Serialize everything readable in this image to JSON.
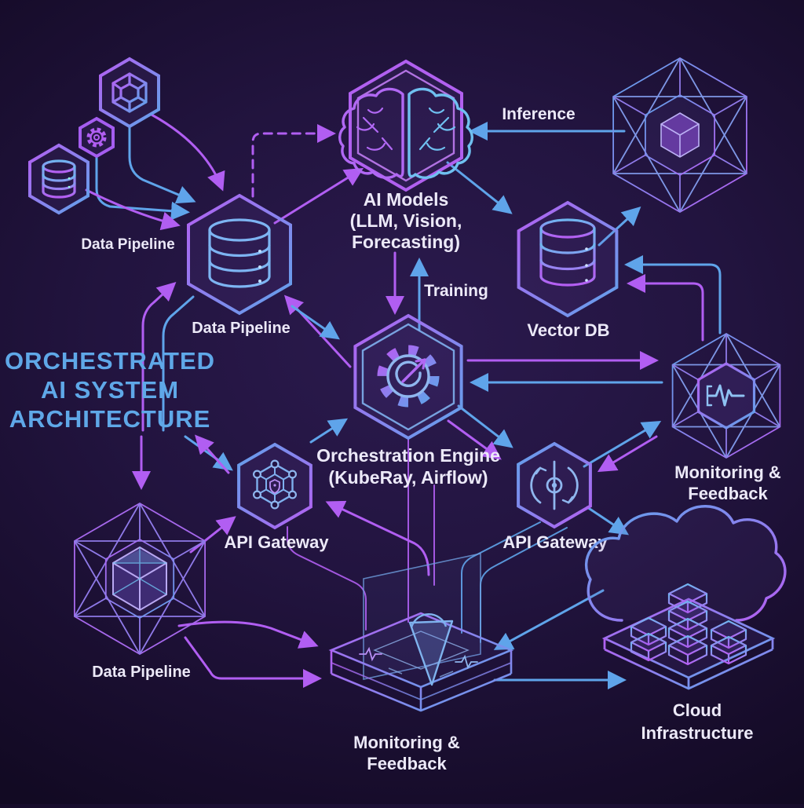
{
  "title": {
    "line1": "ORCHESTRATED",
    "line2": "AI SYSTEM",
    "line3": "ARCHITECTURE"
  },
  "nodes": {
    "data_pipeline_top": {
      "label": "Data Pipeline",
      "icons": [
        "gem-icon",
        "gear-icon",
        "database-icon"
      ]
    },
    "data_pipeline_mid": {
      "label": "Data Pipeline",
      "icon": "database-icon"
    },
    "data_pipeline_bottom": {
      "label": "Data Pipeline",
      "icon": "cube-wireframe-icon"
    },
    "ai_models": {
      "label_line1": "AI Models",
      "label_line2": "(LLM, Vision,",
      "label_line3": "Forecasting)",
      "icon": "brain-icon"
    },
    "vector_db": {
      "label": "Vector DB",
      "icon": "database-icon"
    },
    "orchestration_engine": {
      "label_line1": "Orchestration Engine",
      "label_line2": "(KubeRay, Airflow)",
      "icon": "gear-arrow-icon"
    },
    "api_gateway_left": {
      "label": "API Gateway",
      "icon": "mesh-shield-icon"
    },
    "api_gateway_right": {
      "label": "API Gateway",
      "icon": "sync-arrows-icon"
    },
    "monitoring_right": {
      "label_line1": "Monitoring &",
      "label_line2": "Feedback",
      "icon": "pulse-icon"
    },
    "monitoring_bottom": {
      "label_line1": "Monitoring &",
      "label_line2": "Feedback",
      "icon": "platform-funnel-icon"
    },
    "cloud_infrastructure": {
      "label_line1": "Cloud",
      "label_line2": "Infrastructure",
      "icon": "cloud-servers-icon"
    },
    "inference_hub": {
      "label": "",
      "icon": "geodesic-hexagon-icon"
    }
  },
  "edge_labels": {
    "inference": "Inference",
    "training": "Training"
  },
  "connections": [
    {
      "from": "gem-source",
      "to": "data_pipeline_top",
      "color": "purple"
    },
    {
      "from": "gem-source",
      "to": "data_pipeline_top",
      "color": "blue"
    },
    {
      "from": "gear-source",
      "to": "data_pipeline_top",
      "color": "blue"
    },
    {
      "from": "db-source",
      "to": "data_pipeline_top",
      "color": "purple"
    },
    {
      "from": "data_pipeline_top",
      "to": "ai_models",
      "color": "purple",
      "style": "dashed"
    },
    {
      "from": "data_pipeline_top",
      "to": "ai_models",
      "color": "purple"
    },
    {
      "from": "inference_hub",
      "to": "ai_models",
      "color": "blue",
      "label": "Inference"
    },
    {
      "from": "ai_models",
      "to": "vector_db",
      "color": "blue"
    },
    {
      "from": "vector_db",
      "to": "inference_hub",
      "color": "blue"
    },
    {
      "from": "ai_models",
      "to": "orchestration_engine",
      "color": "purple"
    },
    {
      "from": "orchestration_engine",
      "to": "ai_models",
      "color": "blue",
      "label": "Training"
    },
    {
      "from": "orchestration_engine",
      "to": "data_pipeline_mid",
      "color": "purple"
    },
    {
      "from": "data_pipeline_mid",
      "to": "orchestration_engine",
      "color": "blue"
    },
    {
      "from": "orchestration_engine",
      "to": "vector_db",
      "color": "blue"
    },
    {
      "from": "vector_db",
      "to": "orchestration_engine",
      "color": "purple"
    },
    {
      "from": "orchestration_engine",
      "to": "monitoring_right",
      "color": "purple"
    },
    {
      "from": "monitoring_right",
      "to": "orchestration_engine",
      "color": "blue"
    },
    {
      "from": "monitoring_right",
      "to": "vector_db",
      "color": "blue"
    },
    {
      "from": "monitoring_right",
      "to": "vector_db",
      "color": "purple"
    },
    {
      "from": "api_gateway_left",
      "to": "orchestration_engine",
      "color": "blue"
    },
    {
      "from": "orchestration_engine",
      "to": "api_gateway_right",
      "color": "blue"
    },
    {
      "from": "orchestration_engine",
      "to": "api_gateway_right",
      "color": "purple"
    },
    {
      "from": "api_gateway_right",
      "to": "monitoring_right",
      "color": "blue"
    },
    {
      "from": "monitoring_right",
      "to": "api_gateway_right",
      "color": "purple"
    },
    {
      "from": "data_pipeline_bottom",
      "to": "api_gateway_left",
      "color": "purple"
    },
    {
      "from": "data_pipeline_bottom",
      "to": "monitoring_bottom",
      "color": "purple"
    },
    {
      "from": "title",
      "to": "data_pipeline_bottom",
      "color": "purple"
    },
    {
      "from": "monitoring_bottom",
      "to": "orchestration_engine",
      "color": "purple"
    },
    {
      "from": "api_gateway_right",
      "to": "cloud_infrastructure",
      "color": "blue"
    },
    {
      "from": "cloud_infrastructure",
      "to": "monitoring_bottom",
      "color": "blue"
    },
    {
      "from": "monitoring_bottom",
      "to": "cloud_infrastructure",
      "color": "blue"
    }
  ],
  "colors": {
    "background": "#1d1136",
    "purple": "#b15ef2",
    "blue": "#5fa4ea",
    "label": "#ece9f8",
    "title": "#5fa8e8"
  }
}
